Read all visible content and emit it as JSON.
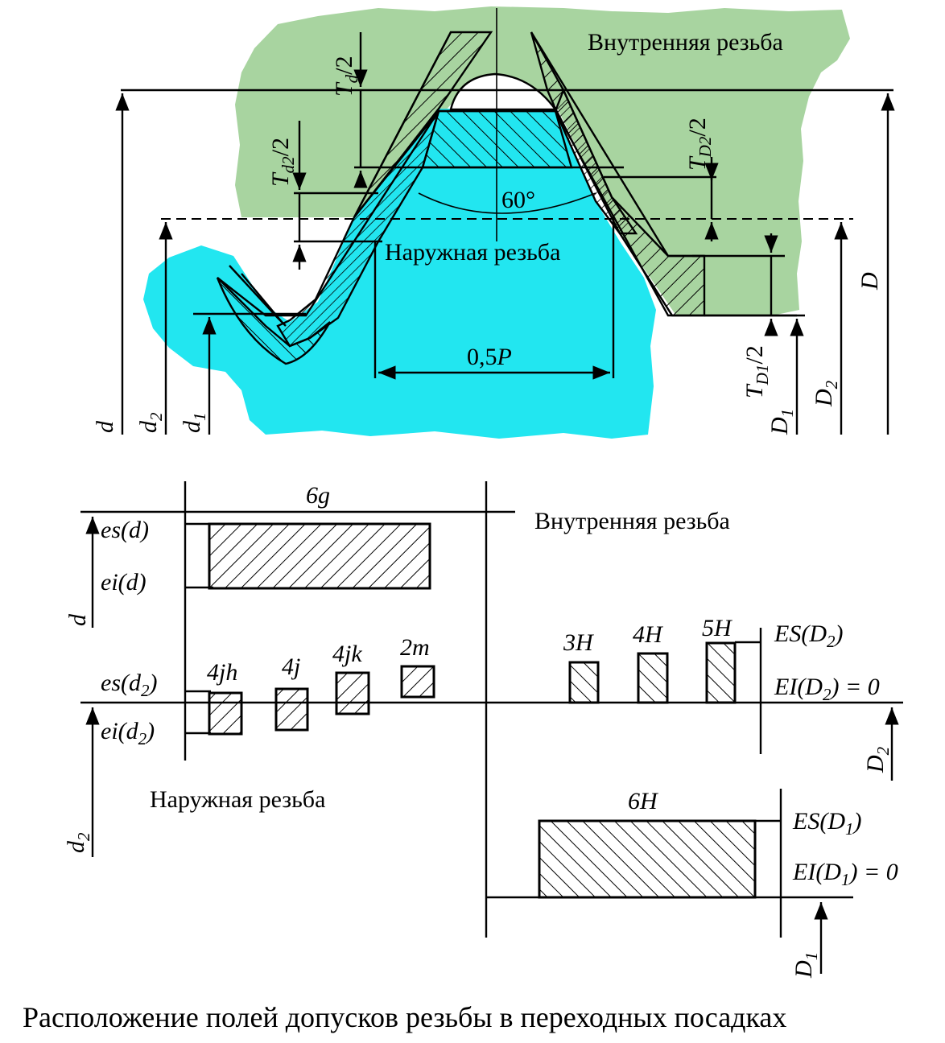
{
  "colors": {
    "internal_fill": "#a8d4a0",
    "external_fill": "#22e6f0",
    "line": "#000000"
  },
  "top": {
    "internal_thread_label": "Внутренняя резьба",
    "external_thread_label": "Наружная резьба",
    "angle_label": "60°",
    "pitch_label": "0,5",
    "pitch_symbol": "P",
    "td_half": {
      "main": "T",
      "sub": "d",
      "tail": "/2"
    },
    "td2_half": {
      "main": "T",
      "sub": "d2",
      "tail": "/2"
    },
    "tD2_half": {
      "main": "T",
      "sub": "D2",
      "tail": "/2"
    },
    "tD1_half": {
      "main": "T",
      "sub": "D1",
      "tail": "/2"
    },
    "dim_d": {
      "main": "d",
      "sub": ""
    },
    "dim_d2": {
      "main": "d",
      "sub": "2"
    },
    "dim_d1": {
      "main": "d",
      "sub": "1"
    },
    "dim_D": {
      "main": "D",
      "sub": ""
    },
    "dim_D2": {
      "main": "D",
      "sub": "2"
    },
    "dim_D1": {
      "main": "D",
      "sub": "1"
    }
  },
  "bottom": {
    "internal_thread_label": "Внутренняя резьба",
    "external_thread_label": "Наружная резьба",
    "field_6g": "6g",
    "es_d": "es(d)",
    "ei_d": "ei(d)",
    "es_d2": {
      "pre": "es(d",
      "sub": "2",
      "post": ")"
    },
    "ei_d2": {
      "pre": "ei(d",
      "sub": "2",
      "post": ")"
    },
    "axis_d": {
      "main": "d",
      "sub": ""
    },
    "axis_d2": {
      "main": "d",
      "sub": "2"
    },
    "axis_D2": {
      "main": "D",
      "sub": "2"
    },
    "axis_D1": {
      "main": "D",
      "sub": "1"
    },
    "external_fields": [
      "4jh",
      "4j",
      "4jk",
      "2m"
    ],
    "internal_fields": [
      "3H",
      "4H",
      "5H"
    ],
    "field_6H": "6H",
    "ES_D2": {
      "pre": "ES(D",
      "sub": "2",
      "post": ")"
    },
    "EI_D2": {
      "pre": "EI(D",
      "sub": "2",
      "post": ") = 0"
    },
    "ES_D1": {
      "pre": "ES(D",
      "sub": "1",
      "post": ")"
    },
    "EI_D1": {
      "pre": "EI(D",
      "sub": "1",
      "post": ") = 0"
    }
  },
  "caption": "Расположение полей допусков резьбы в переходных посадках"
}
